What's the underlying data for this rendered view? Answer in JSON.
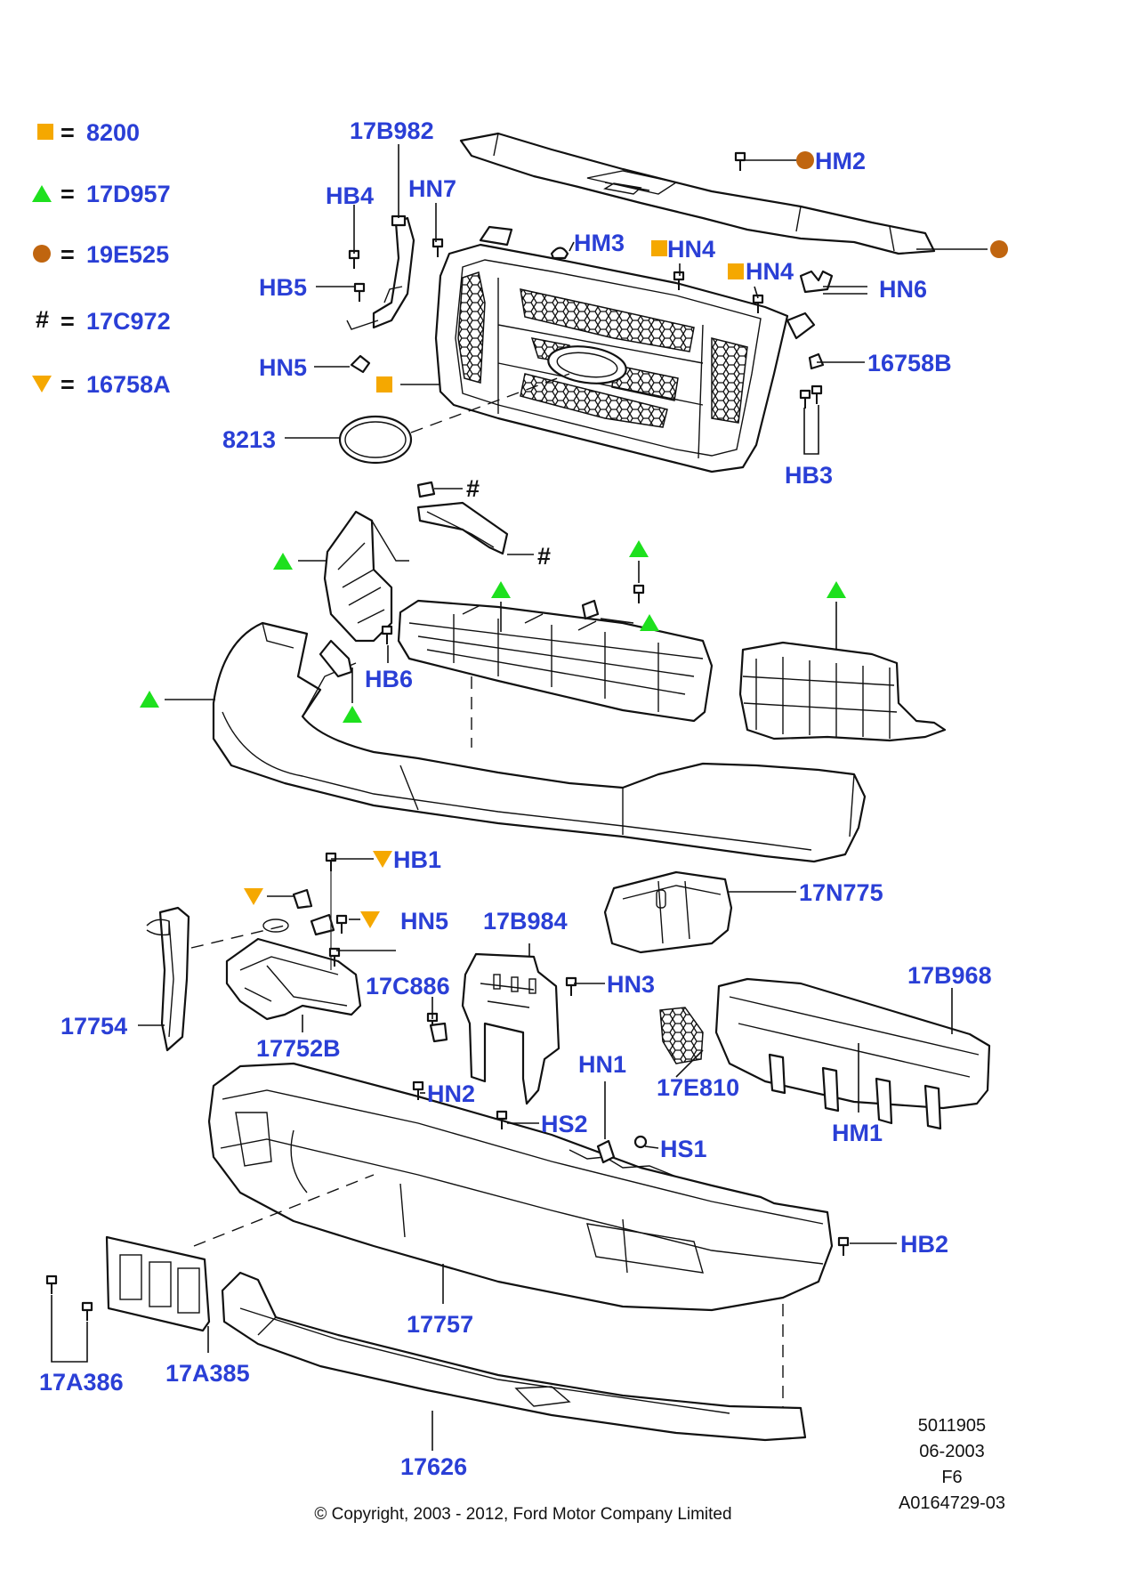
{
  "legend": [
    {
      "symbol": "square",
      "color": "#f5a800",
      "code": "8200"
    },
    {
      "symbol": "triangle-up",
      "color": "#1ee01e",
      "code": "17D957"
    },
    {
      "symbol": "circle",
      "color": "#c0650f",
      "code": "19E525"
    },
    {
      "symbol": "hash",
      "color": "#111111",
      "code": "17C972"
    },
    {
      "symbol": "triangle-down",
      "color": "#f5a800",
      "code": "16758A"
    }
  ],
  "legend_equals": "=",
  "hash_symbol": "#",
  "labels": {
    "17B982": "17B982",
    "HB4": "HB4",
    "HN7": "HN7",
    "HM2": "HM2",
    "HM3": "HM3",
    "HN4a": "HN4",
    "HN4b": "HN4",
    "HB5": "HB5",
    "HN6": "HN6",
    "HN5a": "HN5",
    "16758B": "16758B",
    "8213": "8213",
    "HB3": "HB3",
    "HB6": "HB6",
    "HB1": "HB1",
    "17N775": "17N775",
    "HN5b": "HN5",
    "17B984": "17B984",
    "17C886": "17C886",
    "HN3": "HN3",
    "17B968": "17B968",
    "17754": "17754",
    "17752B": "17752B",
    "HN1": "HN1",
    "HN2": "HN2",
    "HS2": "HS2",
    "17E810": "17E810",
    "HS1": "HS1",
    "HM1": "HM1",
    "HB2": "HB2",
    "17757": "17757",
    "17A386": "17A386",
    "17A385": "17A385",
    "17626": "17626"
  },
  "footer": {
    "number": "5011905",
    "date": "06-2003",
    "code": "F6",
    "ref": "A0164729-03",
    "copyright": "© Copyright, 2003 - 2012, Ford Motor Company Limited"
  },
  "colors": {
    "label": "#2a3fd6",
    "square": "#f5a800",
    "triangle": "#1ee01e",
    "circle": "#c0650f"
  }
}
